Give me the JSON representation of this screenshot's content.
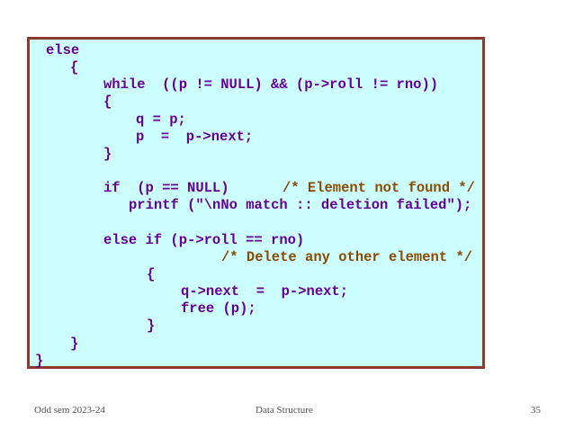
{
  "code_lines": [
    {
      "code": "else",
      "comment": ""
    },
    {
      "code": "{",
      "comment": ""
    },
    {
      "code": "while  ((p != NULL) && (p->roll != rno))",
      "comment": ""
    },
    {
      "code": "{",
      "comment": ""
    },
    {
      "code": "q = p;",
      "comment": ""
    },
    {
      "code": "p  =  p->next;",
      "comment": ""
    },
    {
      "code": "}",
      "comment": ""
    },
    {
      "code": "if  (p == NULL)",
      "comment": "/* Element not found */"
    },
    {
      "code": "printf (\"\\nNo match :: deletion failed\");",
      "comment": ""
    },
    {
      "code": "else if (p->roll == rno)",
      "comment": ""
    },
    {
      "code": "",
      "comment": "/* Delete any other element */"
    },
    {
      "code": "{",
      "comment": ""
    },
    {
      "code": "q->next  =  p->next;",
      "comment": ""
    },
    {
      "code": "free (p);",
      "comment": ""
    },
    {
      "code": "}",
      "comment": ""
    },
    {
      "code": "}",
      "comment": ""
    },
    {
      "code": "}",
      "comment": ""
    }
  ],
  "footer": {
    "left": "Odd sem 2023-24",
    "center": "Data Structure",
    "page_number": "35"
  },
  "colors": {
    "code_background": "#ccffff",
    "code_border": "#8b3a2f",
    "code_text": "#660099",
    "comment_text": "#8a4a00"
  }
}
